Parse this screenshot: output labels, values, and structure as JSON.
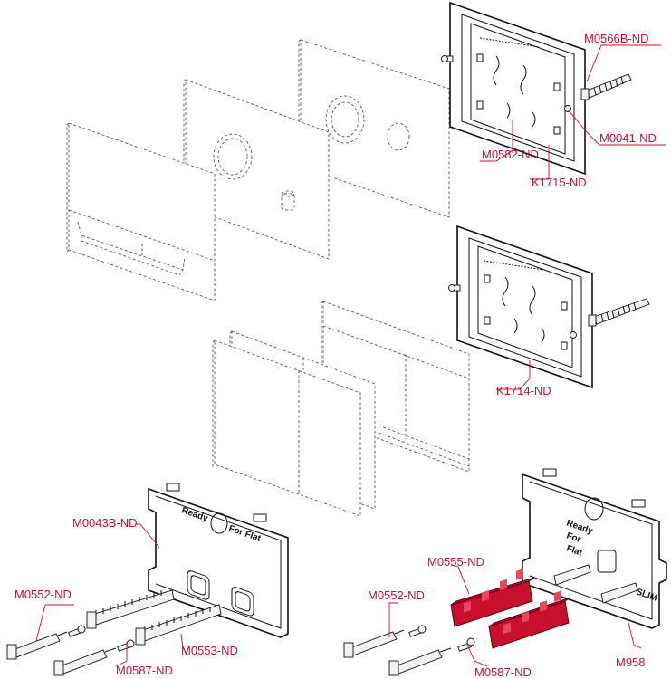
{
  "labels": {
    "m0566b": "M0566B-ND",
    "m0041": "M0041-ND",
    "m0582": "M0582-ND",
    "k1715": "K1715-ND",
    "k1714": "K1714-ND",
    "m0043b": "M0043B-ND",
    "m0552_left": "M0552-ND",
    "m0553": "M0553-ND",
    "m0587_left": "M0587-ND",
    "m0555": "M0555-ND",
    "m0552_right": "M0552-ND",
    "m0587_right": "M0587-ND",
    "m958": "M958"
  },
  "plate_text": {
    "left_ready": "Ready",
    "left_for_flat": "For Flat",
    "right_ready": "Ready",
    "right_for": "For",
    "right_flat": "Flat",
    "right_slim": "SLIM"
  },
  "colors": {
    "label": "#c8102e",
    "highlight_part": "#c8102e"
  }
}
